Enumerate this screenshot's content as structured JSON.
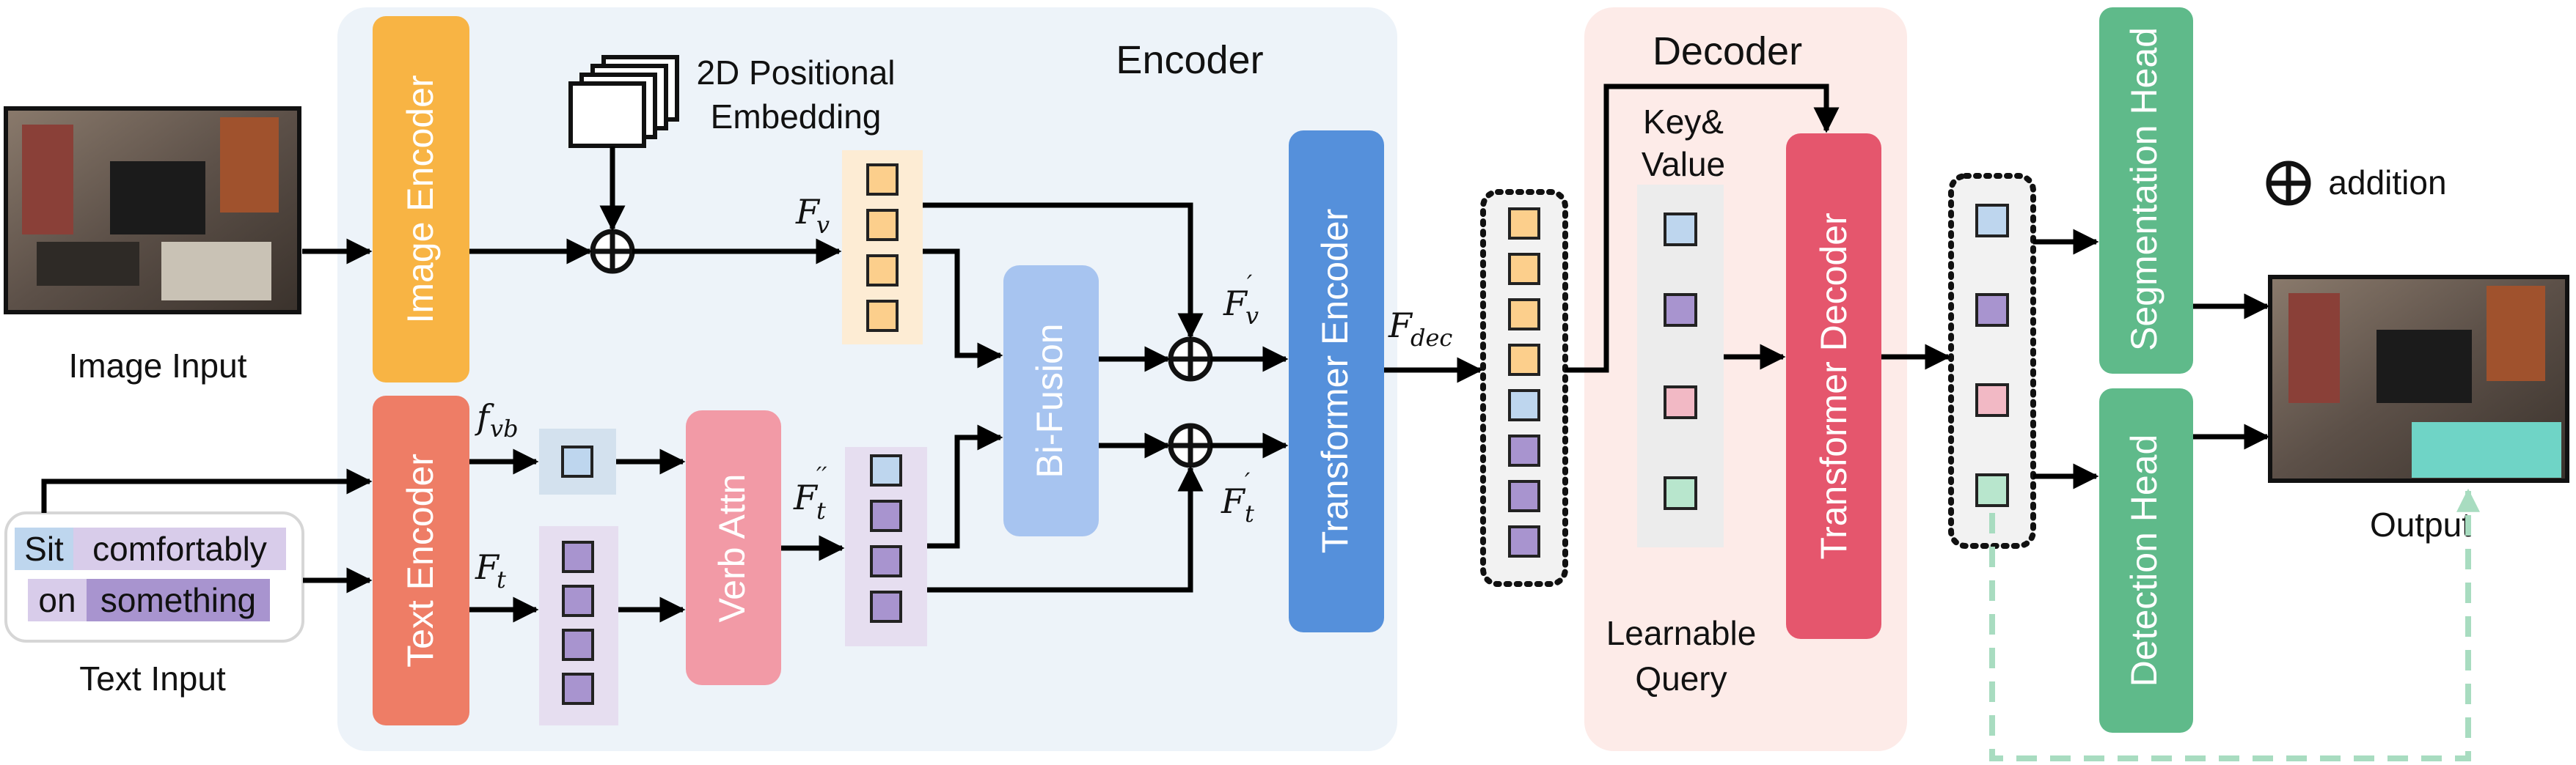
{
  "panels": {
    "encoder_title": "Encoder",
    "decoder_title": "Decoder"
  },
  "modules": {
    "image_encoder": "Image Encoder",
    "text_encoder": "Text Encoder",
    "verb_attn": "Verb Attn",
    "bi_fusion": "Bi-Fusion",
    "transformer_encoder": "Transformer Encoder",
    "transformer_decoder": "Transformer Decoder",
    "segmentation_head": "Segmentation Head",
    "detection_head": "Detection Head"
  },
  "labels": {
    "image_input": "Image Input",
    "text_input": "Text Input",
    "output": "Output",
    "pos_embed_line1": "2D Positional",
    "pos_embed_line2": "Embedding",
    "key_value_line1": "Key&",
    "key_value_line2": "Value",
    "learnable_line1": "Learnable",
    "learnable_line2": "Query",
    "legend_addition": "addition"
  },
  "features": {
    "fv": {
      "base": "F",
      "sub": "v",
      "prime": ""
    },
    "fv_prime": {
      "base": "F",
      "sub": "v",
      "prime": "′"
    },
    "ft": {
      "base": "F",
      "sub": "t",
      "prime": ""
    },
    "ft_prime": {
      "base": "F",
      "sub": "t",
      "prime": "′"
    },
    "ft_dprime": {
      "base": "F",
      "sub": "t",
      "prime": "′′"
    },
    "fvb": {
      "base": "f",
      "sub": "vb",
      "prime": ""
    },
    "fdec": {
      "base": "F",
      "sub": "dec",
      "prime": ""
    }
  },
  "text_tokens": {
    "w1": "Sit",
    "w2": "comfortably",
    "w3": "on",
    "w4": "something"
  },
  "colors": {
    "encoder_panel": "#edf3f9",
    "decoder_panel": "#fdebe8",
    "image_encoder": "#f8b444",
    "text_encoder": "#ee7d66",
    "verb_attn": "#f29aa6",
    "bi_fusion": "#a7c4f0",
    "transformer_encoder": "#5590db",
    "transformer_decoder": "#e5566d",
    "heads": "#5fba8a",
    "orange_token": "#fccf8c",
    "purple_token": "#a894cf",
    "blue_token": "#bed6ee",
    "green_token": "#b8e6cd",
    "pink_token": "#f2b9c5",
    "dashed_arrow": "#a8dcc0"
  }
}
